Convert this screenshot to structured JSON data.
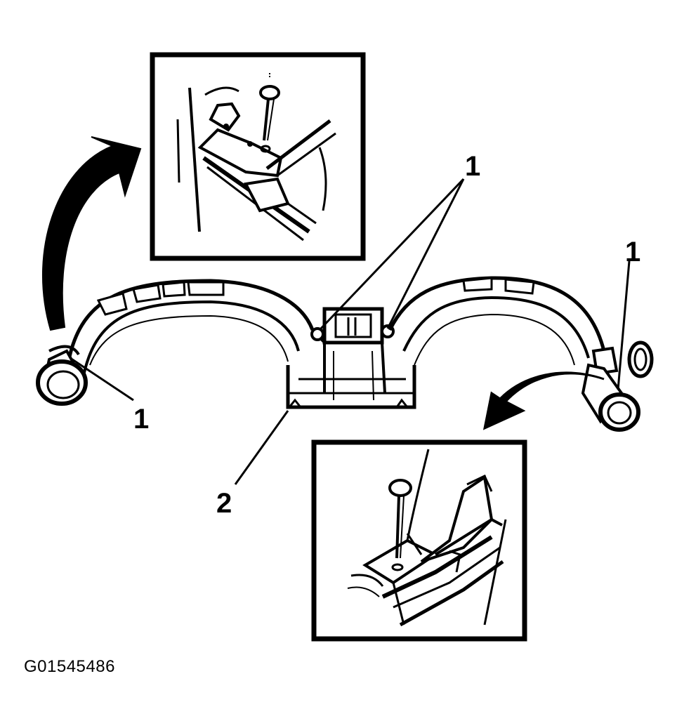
{
  "callouts": {
    "top_center": "1",
    "right": "1",
    "left": "1",
    "bottom": "2"
  },
  "figure_id": "G01545486",
  "colors": {
    "ink": "#000000",
    "paper": "#ffffff"
  }
}
